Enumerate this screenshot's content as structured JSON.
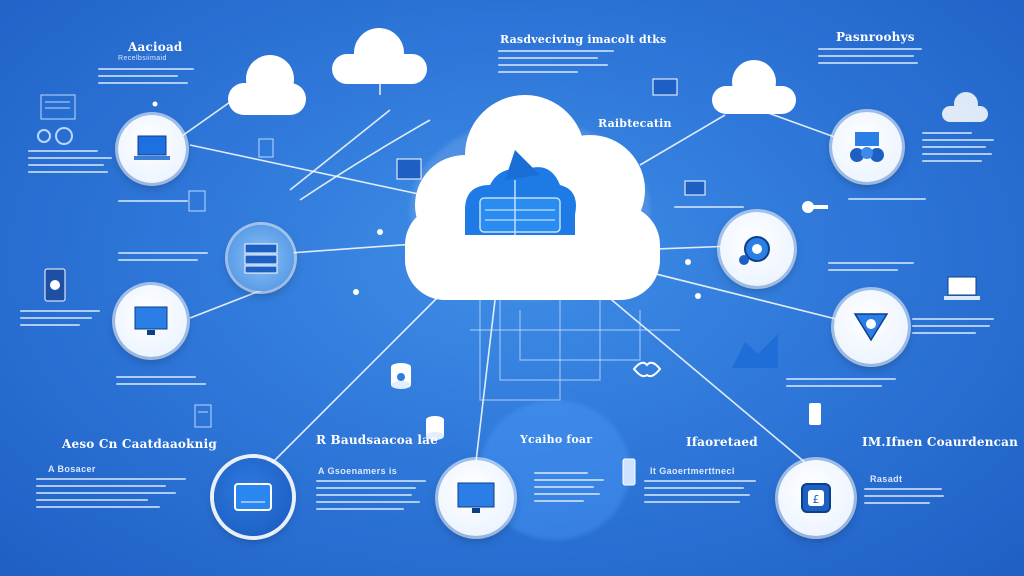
{
  "labels": {
    "top_left": "Aacioad",
    "top_left_sub": "Recelbsiimaid",
    "top_center": "Rasdveciving imacolt dtks",
    "top_right": "Pasnroohys",
    "center_right": "Raibtecatin",
    "bottom_left": "Aeso Cn Caatdaaoknig",
    "bottom_left_sub": "A Bosacer",
    "bottom_cl": "R Baudsaacoa  lae",
    "bottom_cl_sub": "A Gsoenamers is",
    "bottom_center": "Ycaiho foar",
    "bottom_cr": "Ifaoretaed",
    "bottom_cr_sub": "It Gaoertmerttnecl",
    "bottom_right": "IM.Ifnen Coaurdencan",
    "bottom_right_sub": "Rasadt"
  },
  "icons": {
    "main_cloud": "cloud-server-icon",
    "node_laptop_tl": "laptop-icon",
    "node_server_l": "server-icon",
    "node_monitor_l": "monitor-icon",
    "node_device_bl": "device-icon",
    "node_monitor_bc": "monitor-icon",
    "node_users_tr": "users-icon",
    "node_robot_r": "gear-icon",
    "node_shield_r": "shield-icon",
    "node_wallet_br": "wallet-icon"
  },
  "colors": {
    "background": "#2f78da",
    "accent": "#1e6fe0",
    "cloud": "#ffffff"
  }
}
